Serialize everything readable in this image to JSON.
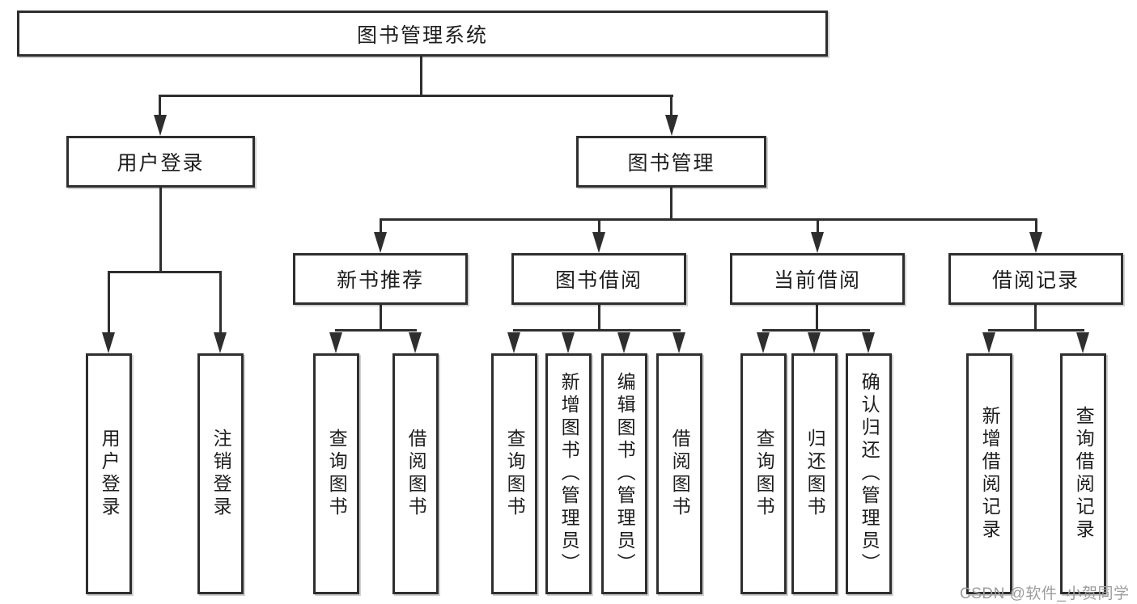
{
  "colors": {
    "background": "#ffffff",
    "line": "#2e2e2e",
    "box_border": "#2e2e2e",
    "text": "#1d1d1d",
    "watermark_text": "#9c9c9c"
  },
  "nodes": {
    "root": "图书管理系统",
    "user_login": "用户登录",
    "book_management": "图书管理",
    "new_book_recommend": "新书推荐",
    "book_borrowing": "图书借阅",
    "current_borrowing": "当前借阅",
    "borrowing_records": "借阅记录",
    "leaf_user_login": "用户登录",
    "leaf_logout": "注销登录",
    "leaf_recommend_query_books": "查询图书",
    "leaf_recommend_borrow_books": "借阅图书",
    "leaf_borrowing_query_books": "查询图书",
    "leaf_borrowing_add_books": "新增图书（管理员）",
    "leaf_borrowing_edit_books": "编辑图书（管理员）",
    "leaf_borrowing_borrow_books": "借阅图书",
    "leaf_current_query_books": "查询图书",
    "leaf_current_return_books": "归还图书",
    "leaf_current_confirm_return": "确认归还（管理员）",
    "leaf_records_add_record": "新增借阅记录",
    "leaf_records_query_record": "查询借阅记录"
  },
  "watermark": "CSDN @软件_小贺同学"
}
